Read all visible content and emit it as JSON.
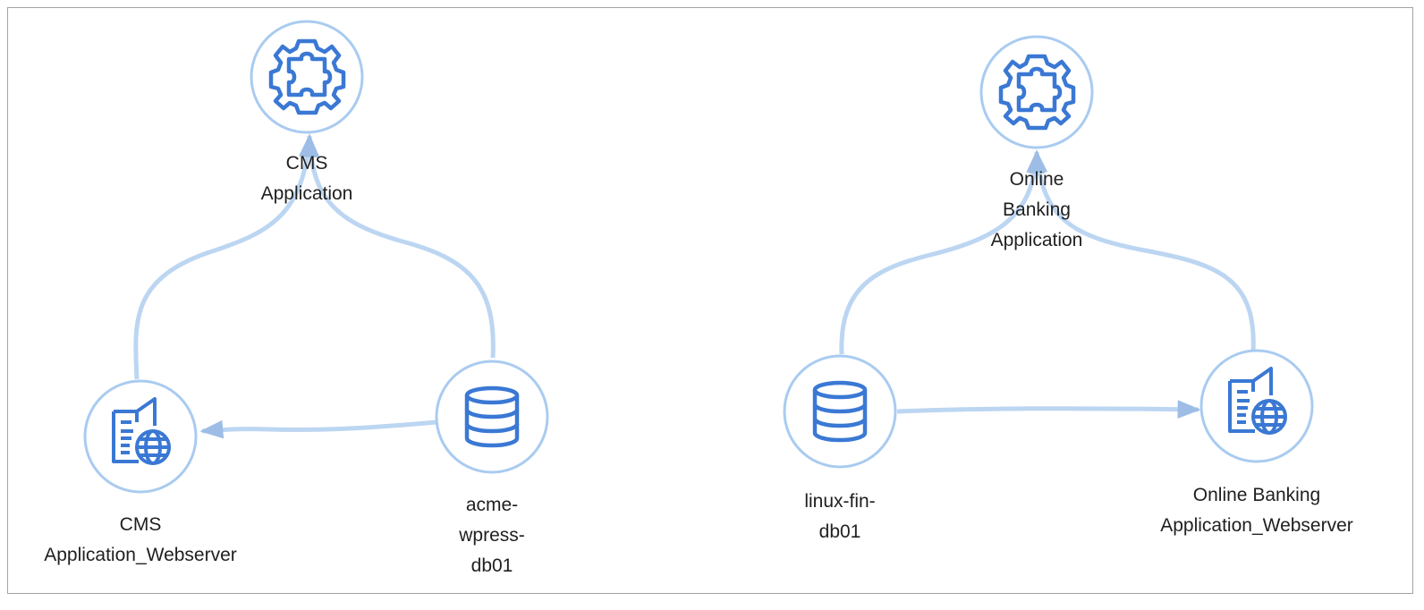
{
  "diagram": {
    "colors": {
      "node_ring": "#a9cbf0",
      "icon_stroke": "#3a78d4",
      "edge_stroke": "#bcd6f2",
      "arrow_fill": "#9dbde6",
      "frame_border": "#a3a3a3",
      "label_text": "#1f1f1f"
    },
    "nodes": {
      "cms_app": {
        "icon": "puzzle-gear-icon",
        "label_lines": [
          "CMS",
          "Application"
        ]
      },
      "cms_web": {
        "icon": "webserver-globe-icon",
        "label_lines": [
          "CMS",
          "Application_Webserver"
        ]
      },
      "acme_db": {
        "icon": "database-icon",
        "label_lines": [
          "acme-",
          "wpress-",
          "db01"
        ]
      },
      "ob_app": {
        "icon": "puzzle-gear-icon",
        "label_lines": [
          "Online",
          "Banking",
          "Application"
        ]
      },
      "linux_db": {
        "icon": "database-icon",
        "label_lines": [
          "linux-fin-",
          "db01"
        ]
      },
      "ob_web": {
        "icon": "webserver-globe-icon",
        "label_lines": [
          "Online Banking",
          "Application_Webserver"
        ]
      }
    },
    "edges": [
      {
        "from": "cms_web",
        "to": "cms_app"
      },
      {
        "from": "acme_db",
        "to": "cms_app"
      },
      {
        "from": "acme_db",
        "to": "cms_web"
      },
      {
        "from": "linux_db",
        "to": "ob_app"
      },
      {
        "from": "ob_web",
        "to": "ob_app"
      },
      {
        "from": "linux_db",
        "to": "ob_web"
      }
    ]
  }
}
